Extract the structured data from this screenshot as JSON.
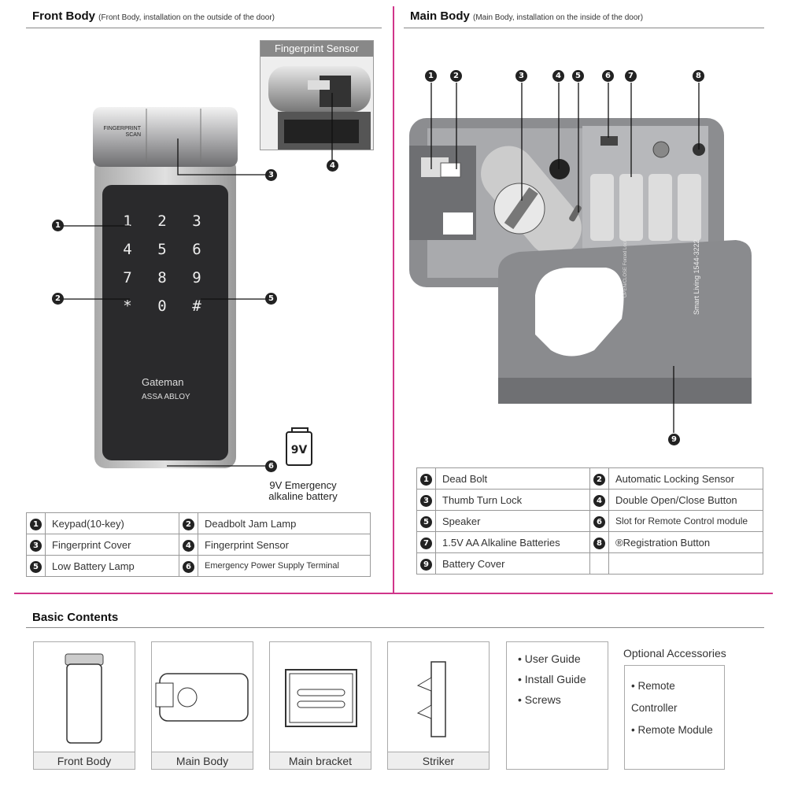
{
  "front": {
    "title": "Front Body",
    "subtitle": "(Front Body, installation on the outside of the door)",
    "callout_title": "Fingerprint Sensor",
    "scan_label_1": "FINGERPRINT",
    "scan_label_2": "SCAN",
    "keys": [
      "1",
      "2",
      "3",
      "4",
      "5",
      "6",
      "7",
      "8",
      "9",
      "*",
      "0",
      "#"
    ],
    "brand": "Gateman",
    "brand_sub": "ASSA ABLOY",
    "battery_label": "9V",
    "battery_caption_1": "9V Emergency",
    "battery_caption_2": "alkaline battery",
    "markers": [
      "1",
      "2",
      "3",
      "4",
      "5",
      "6"
    ],
    "legend": [
      [
        {
          "n": "1",
          "t": "Keypad(10-key)"
        },
        {
          "n": "2",
          "t": "Deadbolt Jam Lamp"
        }
      ],
      [
        {
          "n": "3",
          "t": "Fingerprint Cover"
        },
        {
          "n": "4",
          "t": "Fingerprint Sensor"
        }
      ],
      [
        {
          "n": "5",
          "t": "Low Battery Lamp"
        },
        {
          "n": "6",
          "t": "Emergency Power Supply Terminal"
        }
      ]
    ]
  },
  "main": {
    "title": "Main Body",
    "subtitle": "(Main Body, installation on the inside of the door)",
    "markers": [
      "1",
      "2",
      "3",
      "4",
      "5",
      "6",
      "7",
      "8",
      "9"
    ],
    "cover_text_1": "Smart Living",
    "cover_text_2": "1544-3222",
    "cover_text_3": "OPEN/CLOSE",
    "cover_text_4": "Forced Lock",
    "legend": [
      [
        {
          "n": "1",
          "t": "Dead Bolt"
        },
        {
          "n": "2",
          "t": "Automatic Locking Sensor"
        }
      ],
      [
        {
          "n": "3",
          "t": "Thumb Turn Lock"
        },
        {
          "n": "4",
          "t": "Double Open/Close Button"
        }
      ],
      [
        {
          "n": "5",
          "t": "Speaker"
        },
        {
          "n": "6",
          "t": "Slot for Remote Control module"
        }
      ],
      [
        {
          "n": "7",
          "t": "1.5V AA Alkaline Batteries"
        },
        {
          "n": "8",
          "t": "®Registration Button"
        }
      ],
      [
        {
          "n": "9",
          "t": "Battery Cover"
        },
        {
          "n": "",
          "t": ""
        }
      ]
    ]
  },
  "contents": {
    "title": "Basic Contents",
    "items": [
      "Front Body",
      "Main Body",
      "Main bracket",
      "Striker"
    ],
    "included": [
      "User Guide",
      "Install Guide",
      "Screws"
    ],
    "optional_title": "Optional Accessories",
    "optional": [
      "Remote Controller",
      "Remote Module"
    ]
  },
  "colors": {
    "divider": "#d0358a",
    "panel_dark": "#2a2a2c",
    "metal": "#b8b8ba",
    "body_grey": "#8c8d90"
  }
}
